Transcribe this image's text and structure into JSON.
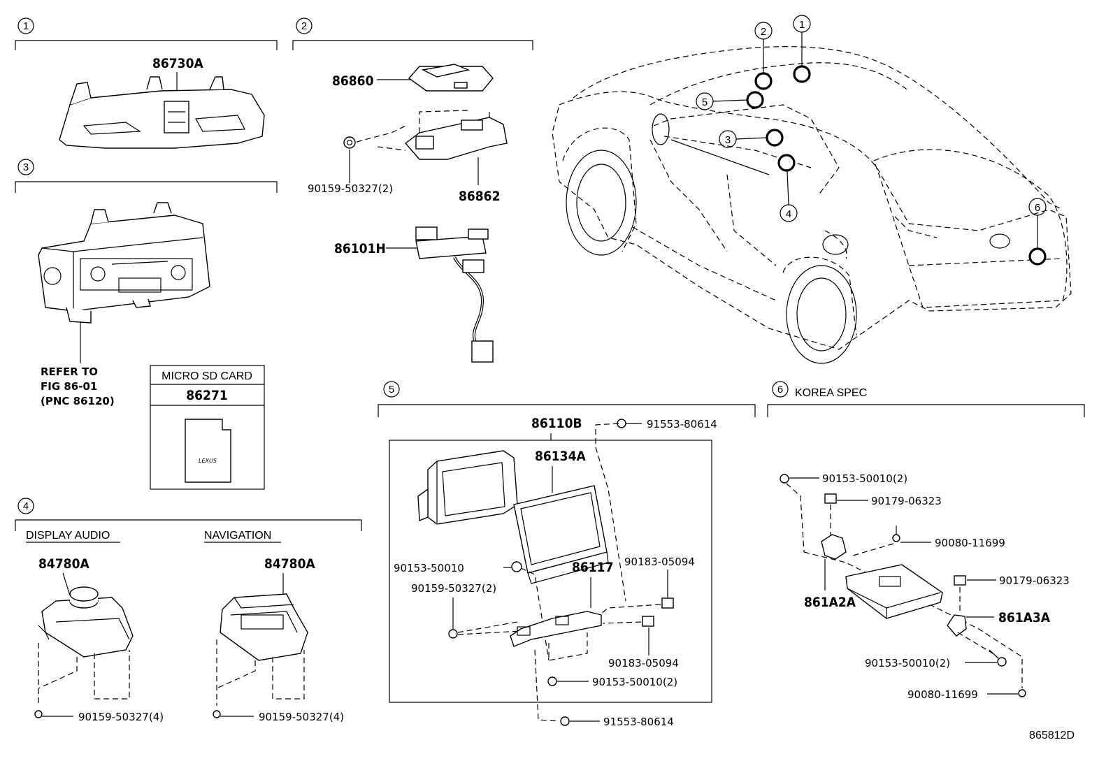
{
  "sections": {
    "s1": {
      "num": "1"
    },
    "s2": {
      "num": "2"
    },
    "s3": {
      "num": "3"
    },
    "s4": {
      "num": "4",
      "display_audio": "DISPLAY AUDIO",
      "navigation": "NAVIGATION"
    },
    "s5": {
      "num": "5"
    },
    "s6": {
      "num": "6",
      "title": "KOREA SPEC"
    }
  },
  "parts": {
    "p86730A": "86730A",
    "p86860": "86860",
    "p86862": "86862",
    "p90159_50327_2_top": "90159-50327(2)",
    "p86101H": "86101H",
    "refer": [
      "REFER TO",
      "FIG 86-01",
      "(PNC 86120)"
    ],
    "microsd_title": "MICRO SD CARD",
    "microsd_pn": "86271",
    "p84780A_left": "84780A",
    "p84780A_right": "84780A",
    "p90159_50327_4_left": "90159-50327(4)",
    "p90159_50327_4_right": "90159-50327(4)",
    "p86110B": "86110B",
    "p86134A": "86134A",
    "p91553_80614_top": "91553-80614",
    "p90153_50010": "90153-50010",
    "p90159_50327_2_mid": "90159-50327(2)",
    "p86117": "86117",
    "p90183_05094_a": "90183-05094",
    "p90183_05094_b": "90183-05094",
    "p90153_50010_2_mid": "90153-50010(2)",
    "p91553_80614_bot": "91553-80614",
    "k90153_50010_2_top": "90153-50010(2)",
    "k90179_06323_a": "90179-06323",
    "k90080_11699_a": "90080-11699",
    "k861A2A": "861A2A",
    "k90179_06323_b": "90179-06323",
    "k861A3A": "861A3A",
    "k90153_50010_2_bot": "90153-50010(2)",
    "k90080_11699_b": "90080-11699"
  },
  "car_callouts": [
    "1",
    "2",
    "3",
    "4",
    "5",
    "6"
  ],
  "card_logo": "LEXUS",
  "figure_id": "865812D"
}
